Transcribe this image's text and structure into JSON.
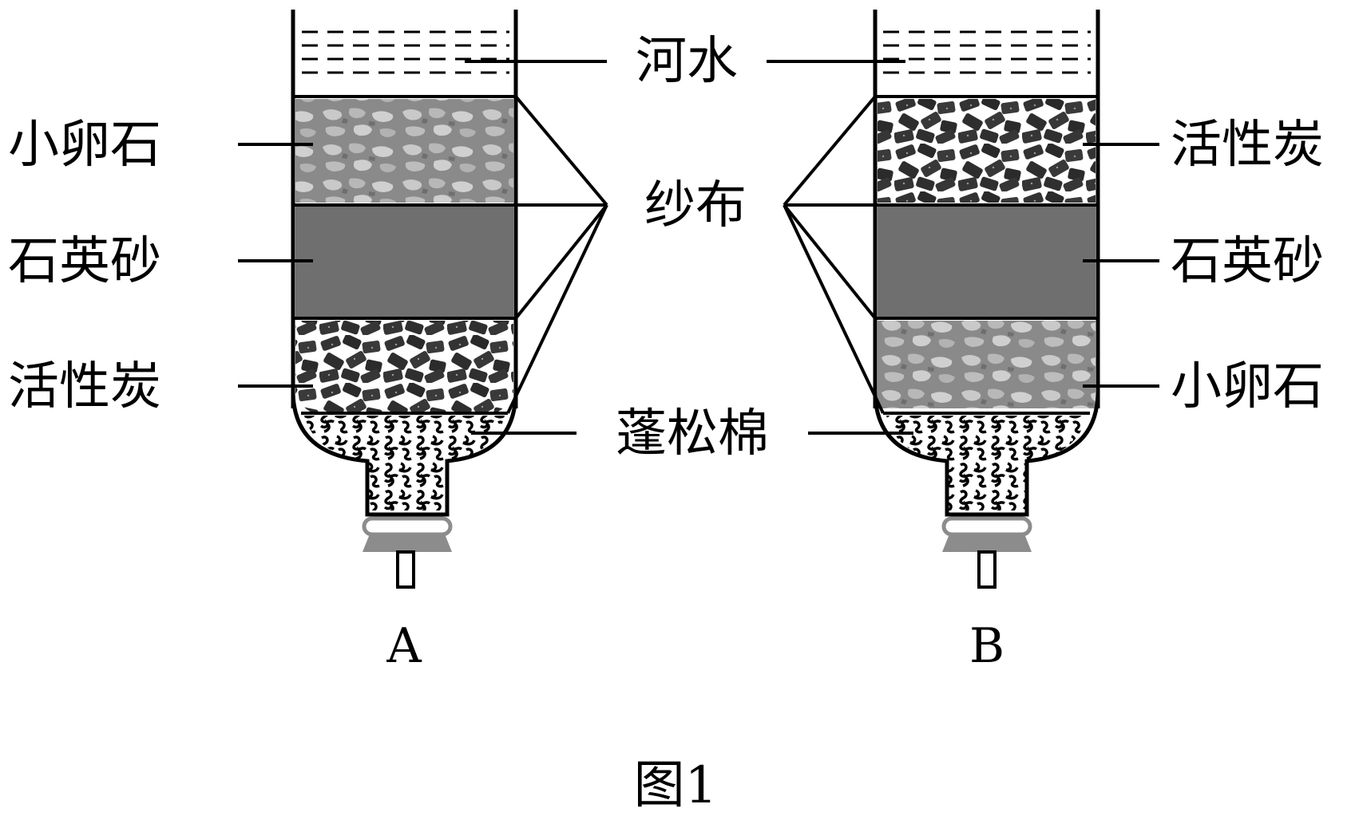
{
  "filters": {
    "A": {
      "caption": "A",
      "layers": [
        "小卵石",
        "石英砂",
        "活性炭"
      ]
    },
    "B": {
      "caption": "B",
      "layers": [
        "活性炭",
        "石英砂",
        "小卵石"
      ]
    }
  },
  "labels": {
    "water": "河水",
    "gauze": "纱布",
    "cotton": "蓬松棉"
  },
  "figure_caption": "图1",
  "colors": {
    "quartz_sand": "#6f6f6f",
    "pebble_base": "#8a8a8a",
    "pebble_light": "#c4c4c4",
    "carbon": "#303030",
    "clamp": "#8c8c8c",
    "outline": "#000000"
  }
}
